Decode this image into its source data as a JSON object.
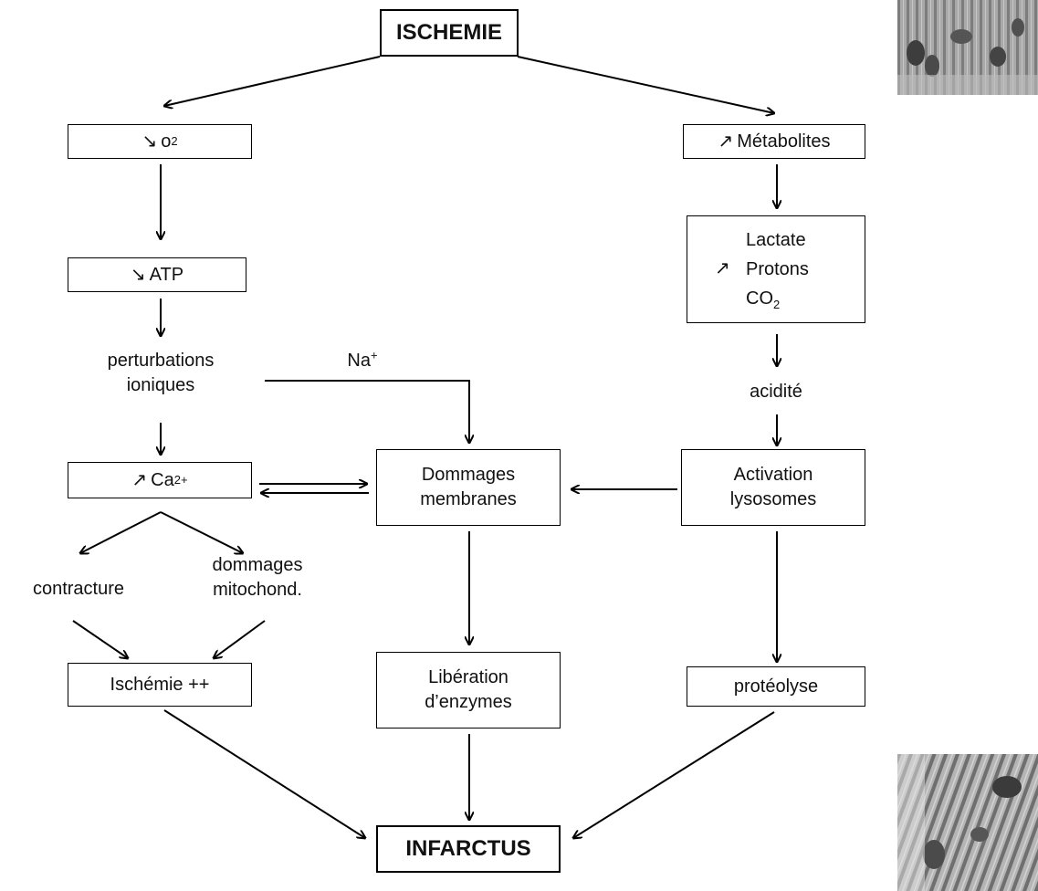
{
  "nodes": {
    "ischemie": "ISCHEMIE",
    "o2": {
      "arrow": "↘",
      "text": "o",
      "sub": "2"
    },
    "atp": {
      "arrow": "↘",
      "text": "ATP"
    },
    "perturbations": {
      "line1": "perturbations",
      "line2": "ioniques"
    },
    "ca": {
      "arrow": "↗",
      "text": "Ca",
      "sup": "2+"
    },
    "contracture": "contracture",
    "mito": {
      "line1": "dommages",
      "line2": "mitochond."
    },
    "ischemie_pp": "Ischémie ++",
    "metabolites": {
      "arrow": "↗",
      "text": "Métabolites"
    },
    "lactate": {
      "arrow": "↗",
      "line1": "Lactate",
      "line2": "Protons",
      "line3": "CO",
      "line3_sub": "2"
    },
    "acidite": "acidité",
    "activation": {
      "line1": "Activation",
      "line2": "lysosomes"
    },
    "proteolyse": "protéolyse",
    "na": {
      "text": "Na",
      "sup": "+"
    },
    "dommages": {
      "line1": "Dommages",
      "line2": "membranes"
    },
    "liberation": {
      "line1": "Libération",
      "line2": "d’enzymes"
    },
    "infarctus": "INFARCTUS"
  }
}
